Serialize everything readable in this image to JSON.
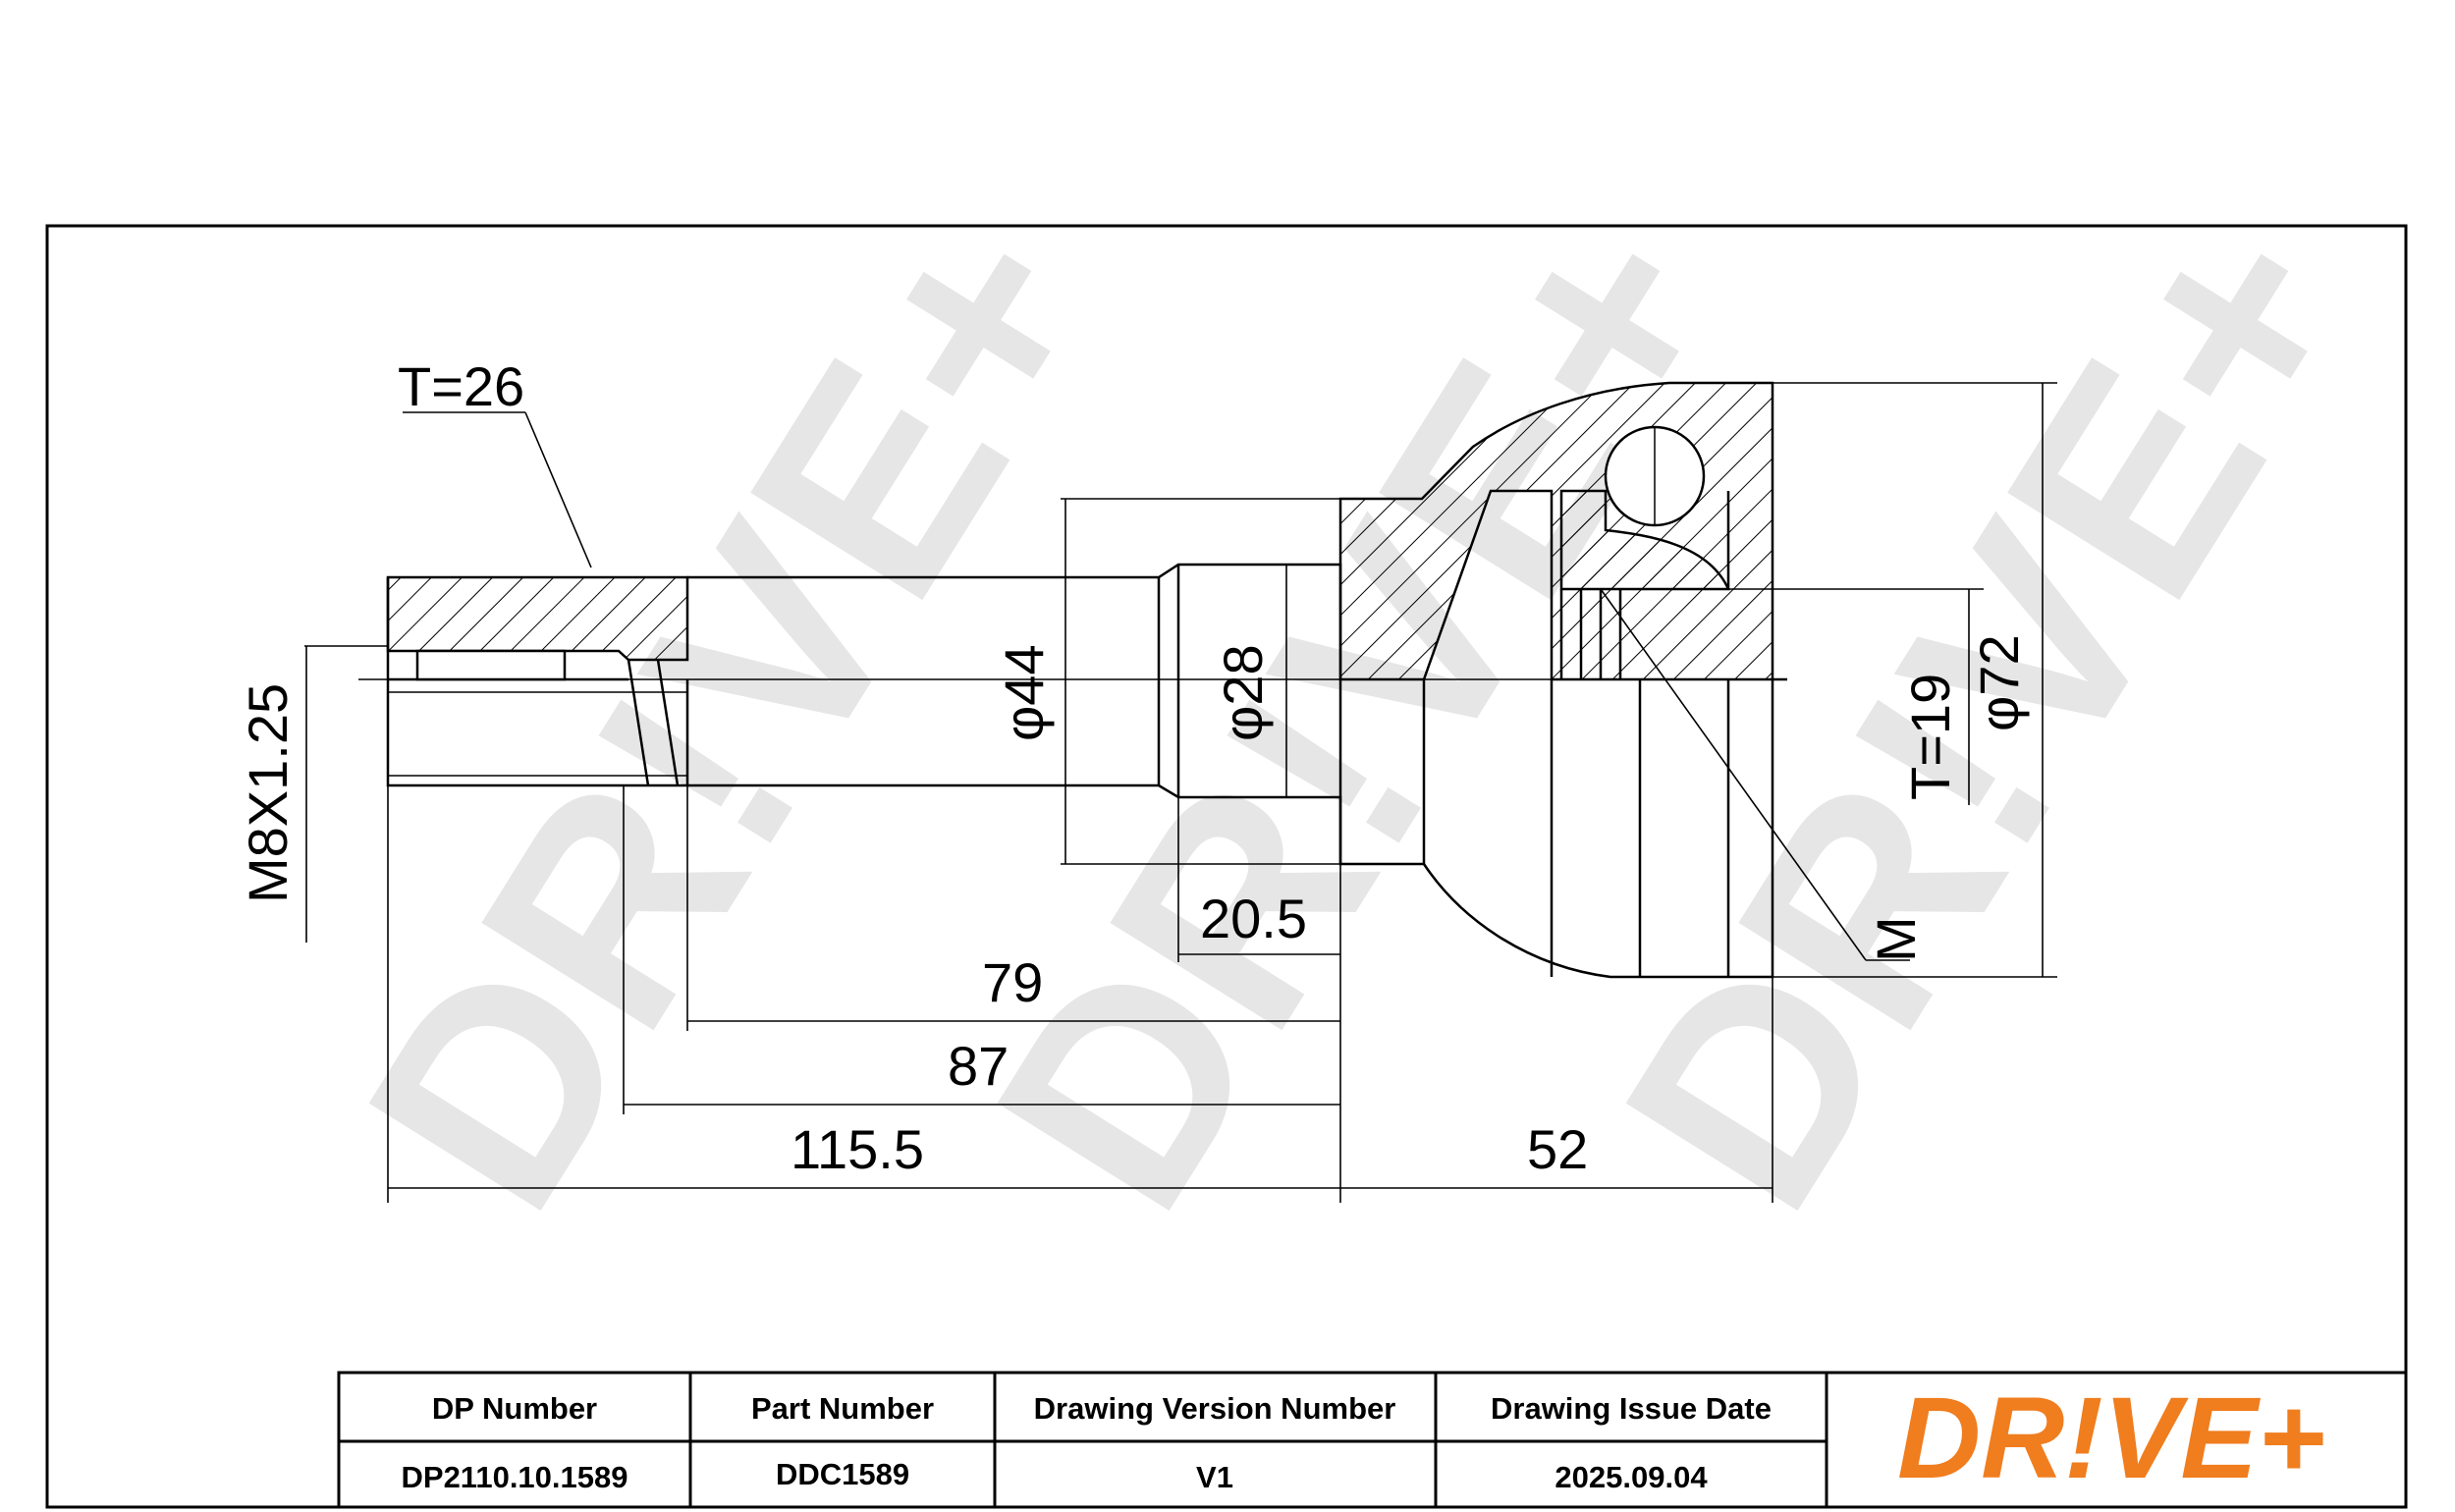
{
  "watermark": {
    "text": "DR!VE+"
  },
  "dimensions": {
    "thread_length": "T=26",
    "thread": "M8X1.25",
    "diameter_outer_shaft": "φ44",
    "diameter_shaft": "φ28",
    "length_20_5": "20.5",
    "length_79": "79",
    "length_87": "87",
    "length_115_5": "115.5",
    "length_52": "52",
    "teeth": "T=19",
    "diameter_housing": "φ72",
    "label_m": "M"
  },
  "title_block": {
    "headers": [
      "DP Number",
      "Part Number",
      "Drawing Version Number",
      "Drawing Issue Date"
    ],
    "values": [
      "DP2110.10.1589",
      "DDC1589",
      "V1",
      "2025.09.04"
    ],
    "logo": {
      "text": "DR!VE+",
      "color": "#f07d1e"
    }
  }
}
